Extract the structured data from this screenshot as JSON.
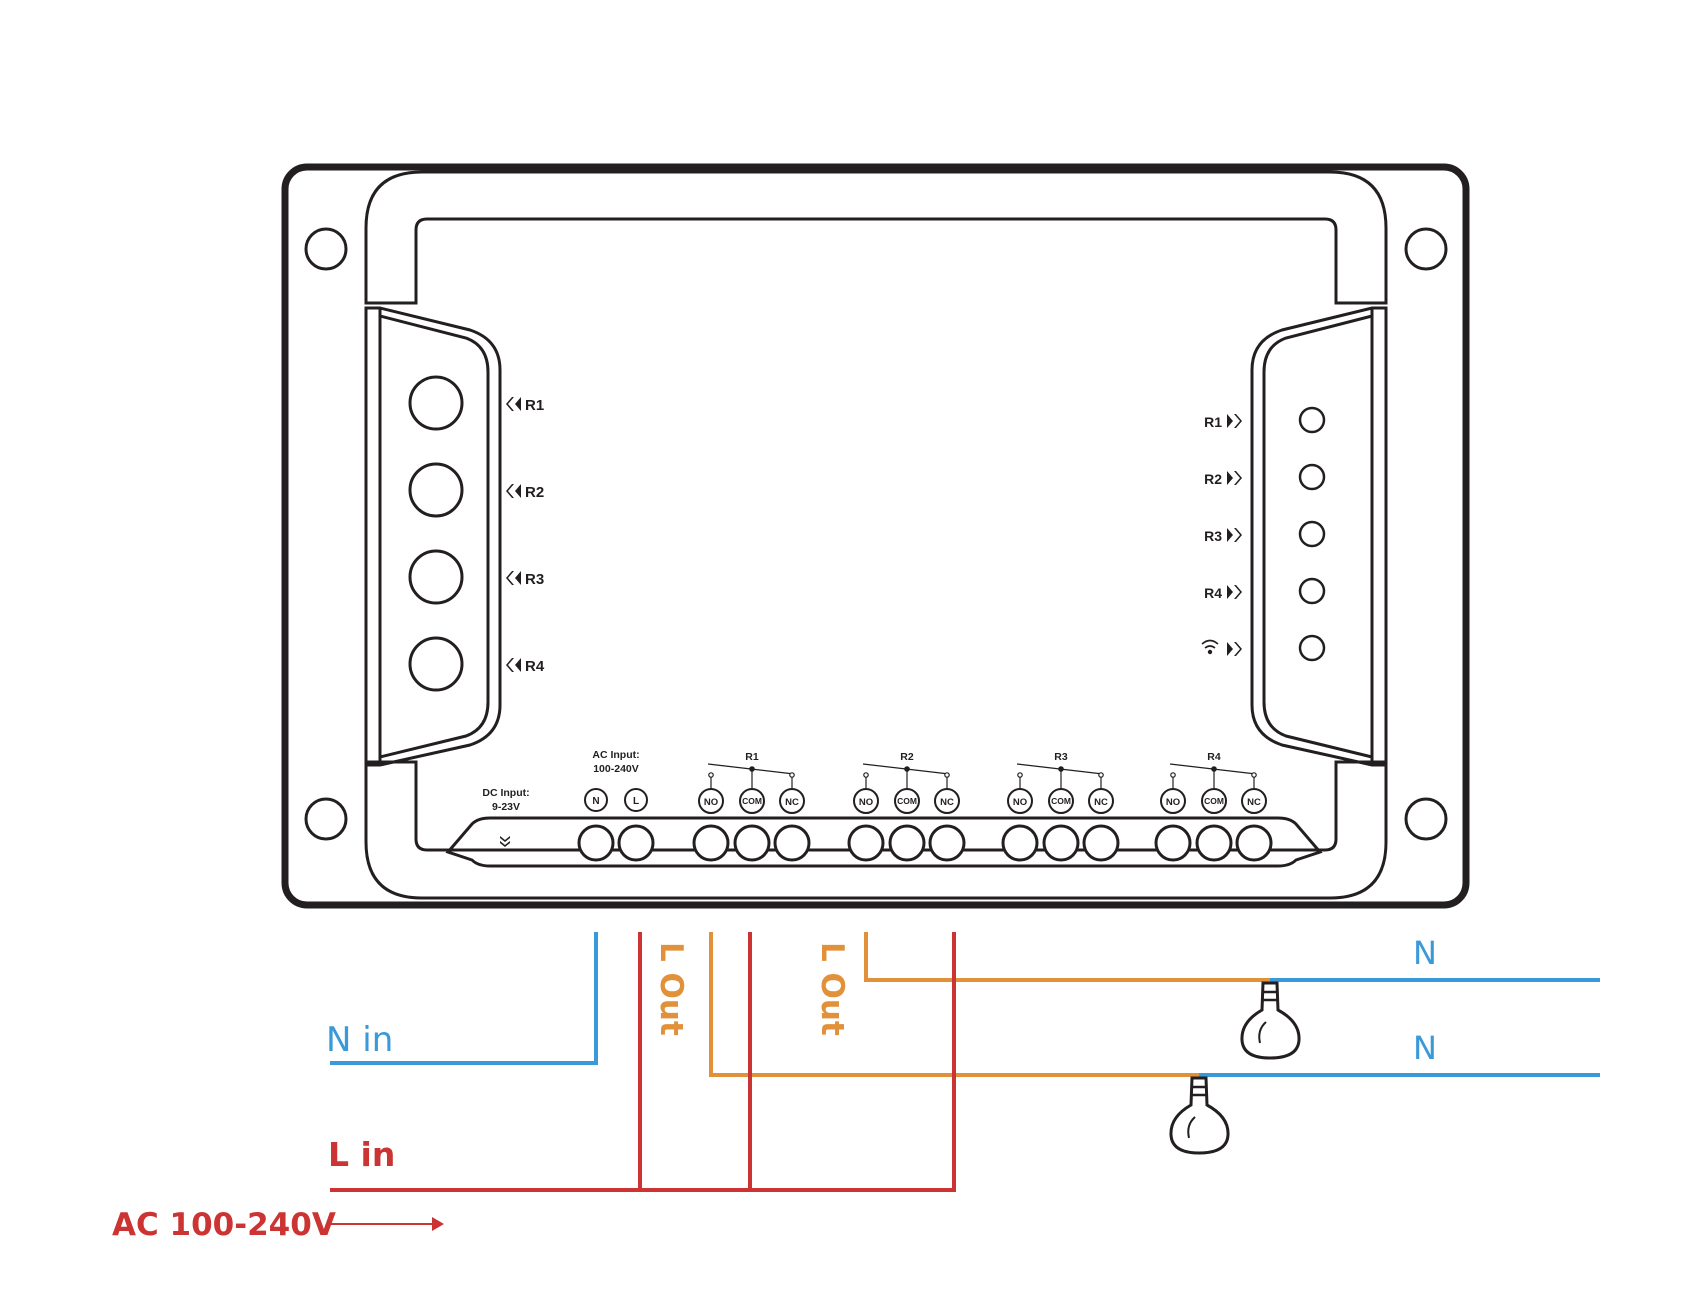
{
  "device": {
    "buttons": [
      {
        "label": "R1",
        "icon": "left-double-arrow-icon"
      },
      {
        "label": "R2",
        "icon": "left-double-arrow-icon"
      },
      {
        "label": "R3",
        "icon": "left-double-arrow-icon"
      },
      {
        "label": "R4",
        "icon": "left-double-arrow-icon"
      }
    ],
    "leds": [
      {
        "label": "R1",
        "icon": "right-double-arrow-icon"
      },
      {
        "label": "R2",
        "icon": "right-double-arrow-icon"
      },
      {
        "label": "R3",
        "icon": "right-double-arrow-icon"
      },
      {
        "label": "R4",
        "icon": "right-double-arrow-icon"
      },
      {
        "label": "",
        "icon": "wifi-icon"
      }
    ],
    "dc_input": {
      "line1": "DC Input:",
      "line2": "9-23V"
    },
    "ac_input": {
      "line1": "AC Input:",
      "line2": "100-240V",
      "terminals": [
        "N",
        "L"
      ]
    },
    "relays": [
      {
        "name": "R1",
        "terminals": [
          "NO",
          "COM",
          "NC"
        ]
      },
      {
        "name": "R2",
        "terminals": [
          "NO",
          "COM",
          "NC"
        ]
      },
      {
        "name": "R3",
        "terminals": [
          "NO",
          "COM",
          "NC"
        ]
      },
      {
        "name": "R4",
        "terminals": [
          "NO",
          "COM",
          "NC"
        ]
      }
    ]
  },
  "wiring": {
    "n_in": "N in",
    "l_in": "L in",
    "ac_source": "AC 100-240V",
    "l_out_1": "L Out",
    "l_out_2": "L Out",
    "n_1": "N",
    "n_2": "N",
    "colors": {
      "neutral": "#3a9ad9",
      "line": "#cc3333",
      "load": "#e0913a",
      "outline": "#231f20"
    }
  }
}
